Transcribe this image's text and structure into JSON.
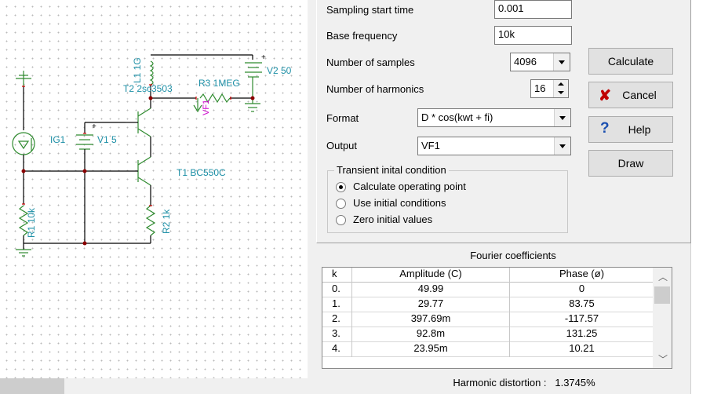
{
  "schematic": {
    "labels": {
      "t2": "T2 2sc3503",
      "r3": "R3 1MEG",
      "l1": "L1 1G",
      "v2": "V2 50",
      "vf1": "VF1",
      "ig1": "IG1",
      "v1": "V1 5",
      "t1": "T1 BC550C",
      "r1": "R1 10k",
      "r2": "R2 1k",
      "plus": "+"
    }
  },
  "form": {
    "sampling_start_label": "Sampling start time",
    "sampling_start_value": "0.001",
    "base_freq_label": "Base frequency",
    "base_freq_value": "10k",
    "num_samples_label": "Number of samples",
    "num_samples_value": "4096",
    "num_harmonics_label": "Number of harmonics",
    "num_harmonics_value": "16",
    "format_label": "Format",
    "format_value": "D * cos(kwt + fi)",
    "output_label": "Output",
    "output_value": "VF1"
  },
  "buttons": {
    "calculate": "Calculate",
    "cancel": "Cancel",
    "help": "Help",
    "draw": "Draw"
  },
  "transient": {
    "title": "Transient inital condition",
    "options": [
      "Calculate operating point",
      "Use initial conditions",
      "Zero initial values"
    ],
    "selected": 0
  },
  "fourier": {
    "title": "Fourier coefficients",
    "headers": [
      "k",
      "Amplitude (C)",
      "Phase (ø)"
    ],
    "rows": [
      [
        "0.",
        "49.99",
        "0"
      ],
      [
        "1.",
        "29.77",
        "83.75"
      ],
      [
        "2.",
        "397.69m",
        "-117.57"
      ],
      [
        "3.",
        "92.8m",
        "131.25"
      ],
      [
        "4.",
        "23.95m",
        "10.21"
      ]
    ]
  },
  "harmonic_distortion": "Harmonic distortion :   1.3745%"
}
